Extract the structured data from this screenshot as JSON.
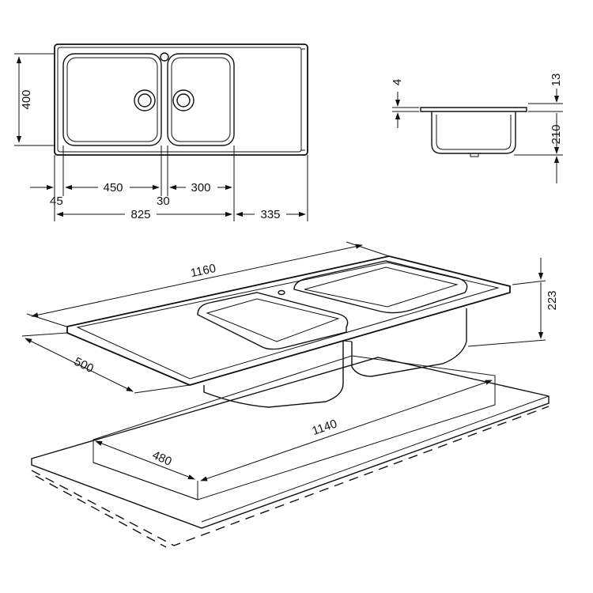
{
  "dimensions": {
    "top_view": {
      "height": "400",
      "left_edge": "45",
      "bowl_left": "450",
      "gap": "30",
      "bowl_right": "300",
      "bowls_total": "825",
      "drainer": "335"
    },
    "section": {
      "rim": "4",
      "top": "13",
      "depth": "210"
    },
    "iso": {
      "length": "1160",
      "width": "500",
      "height": "223",
      "cutout_length": "1140",
      "cutout_width": "480"
    }
  }
}
